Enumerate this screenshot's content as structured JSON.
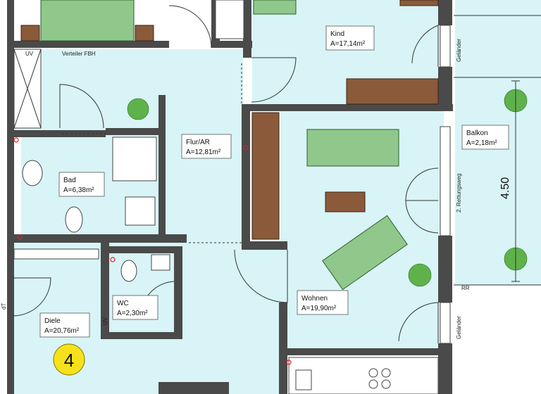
{
  "rooms": {
    "kind": {
      "name": "Kind",
      "area": "A=17,14m²"
    },
    "flur": {
      "name": "Flur/AR",
      "area": "A=12,81m²"
    },
    "bad": {
      "name": "Bad",
      "area": "A=6,38m²"
    },
    "balkon": {
      "name": "Balkon",
      "area": "A=2,18m²"
    },
    "wohnen": {
      "name": "Wohnen",
      "area": "A=19,90m²"
    },
    "wc": {
      "name": "WC",
      "area": "A=2,30m²"
    },
    "diele": {
      "name": "Diele",
      "area": "A=20,76m²"
    }
  },
  "annotations": {
    "uv_top": "UV",
    "verteiler": "Verteiler FBH",
    "uv_wc": "UV",
    "gelaender_top": "Geländer",
    "gelaender_bottom": "Geländer",
    "rettungsweg": "2. Rettungsweg",
    "rr": "RR",
    "dt": "dT",
    "dimension": "4.50"
  },
  "unit_marker": "4",
  "colors": {
    "room_fill": "#d8f4f6",
    "wall": "#4a4a4a",
    "marker": "#f5e21a"
  }
}
